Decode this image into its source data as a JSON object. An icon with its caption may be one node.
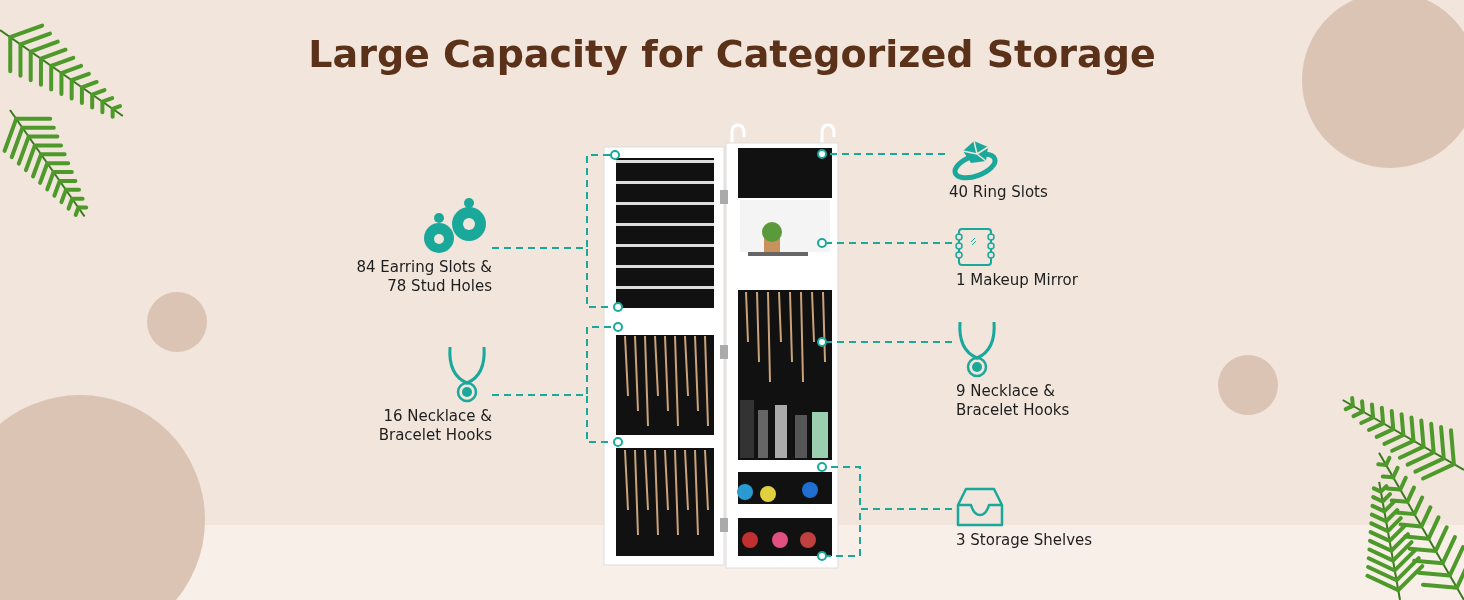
{
  "diagram": {
    "title": "Large Capacity for Categorized Storage",
    "nodes": [
      {
        "text": [
          "84 Earring Slots & 78 Stud Holes"
        ]
      },
      {
        "text": [
          "16 Necklace & Bracelet Hooks"
        ]
      },
      {
        "text": [
          "40 Ring Slots"
        ]
      },
      {
        "text": [
          "1 Makeup Mirror"
        ]
      },
      {
        "text": [
          "9 Necklace & Bracelet Hooks"
        ]
      },
      {
        "text": [
          "3 Storage Shelves"
        ]
      },
      {
        "text": [],
        "shape": "circle"
      },
      {
        "text": [],
        "shape": "circle"
      },
      {
        "text": [],
        "shape": "circle"
      },
      {
        "text": [],
        "shape": "circle"
      },
      {
        "text": [],
        "shape": "circle"
      },
      {
        "text": [],
        "shape": "circle"
      },
      {
        "text": [],
        "shape": "circle"
      },
      {
        "text": [],
        "shape": "circle"
      },
      {
        "text": [],
        "shape": "circle"
      }
    ],
    "edges": [
      {
        "from": 0,
        "to": 6,
        "arrow": "none",
        "style": "dashed"
      },
      {
        "from": 0,
        "to": 7,
        "arrow": "none",
        "style": "dashed"
      },
      {
        "from": 1,
        "to": 8,
        "arrow": "none",
        "style": "dashed"
      },
      {
        "from": 1,
        "to": 9,
        "arrow": "none",
        "style": "dashed"
      },
      {
        "from": 2,
        "to": 10,
        "arrow": "none",
        "style": "dashed"
      },
      {
        "from": 3,
        "to": 11,
        "arrow": "none",
        "style": "dashed"
      },
      {
        "from": 4,
        "to": 12,
        "arrow": "none",
        "style": "dashed"
      },
      {
        "from": 5,
        "to": 13,
        "arrow": "none",
        "style": "dashed"
      },
      {
        "from": 5,
        "to": 14,
        "arrow": "none",
        "style": "dashed"
      }
    ]
  }
}
